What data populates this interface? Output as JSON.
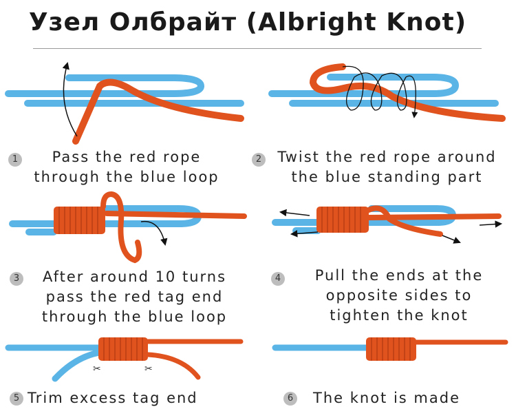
{
  "title": "Узел Олбрайт (Albright Knot)",
  "colors": {
    "blue_rope": "#5ab4e6",
    "red_rope": "#e0521e",
    "arrow": "#111111",
    "badge": "#bdbdbd"
  },
  "steps": [
    {
      "number": "1",
      "lines": [
        "Pass the red rope",
        "through the blue loop"
      ]
    },
    {
      "number": "2",
      "lines": [
        "Twist the red rope around",
        "the blue standing part"
      ]
    },
    {
      "number": "3",
      "lines": [
        "After around 10 turns",
        "pass the red tag end",
        "through the blue loop"
      ]
    },
    {
      "number": "4",
      "lines": [
        "Pull the ends at the",
        "opposite sides to",
        "tighten the knot"
      ]
    },
    {
      "number": "5",
      "lines": [
        "Trim excess tag end"
      ]
    },
    {
      "number": "6",
      "lines": [
        "The knot is made"
      ]
    }
  ]
}
